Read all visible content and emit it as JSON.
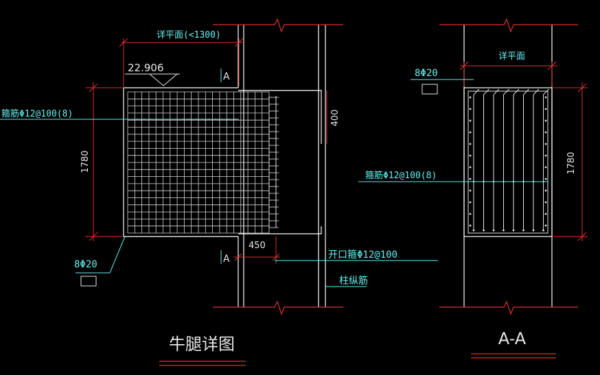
{
  "colors": {
    "background": "#000000",
    "outline": "#ffffff",
    "dimension": "#e03030",
    "annotation": "#66f0f0",
    "rebar": "#e8e8e8"
  },
  "left_view": {
    "title": "牛腿详图",
    "plan_ref": "详平面(<1300)",
    "elevation_mark": "22.906",
    "stirrup_label": "箍筋Φ12@100(8)",
    "height_dim": "1780",
    "depth_dim": "400",
    "offset_dim": "450",
    "bottom_bar_label": "8Φ20",
    "opening_stirrup_label": "开口箍Φ12@100",
    "column_bar_label": "柱纵筋",
    "section_marker_top": "A",
    "section_marker_bottom": "A"
  },
  "section_view": {
    "title": "A-A",
    "plan_ref": "详平面",
    "top_bar_label": "8Φ20",
    "stirrup_label": "箍筋Φ12@100(8)",
    "height_dim": "1780"
  }
}
